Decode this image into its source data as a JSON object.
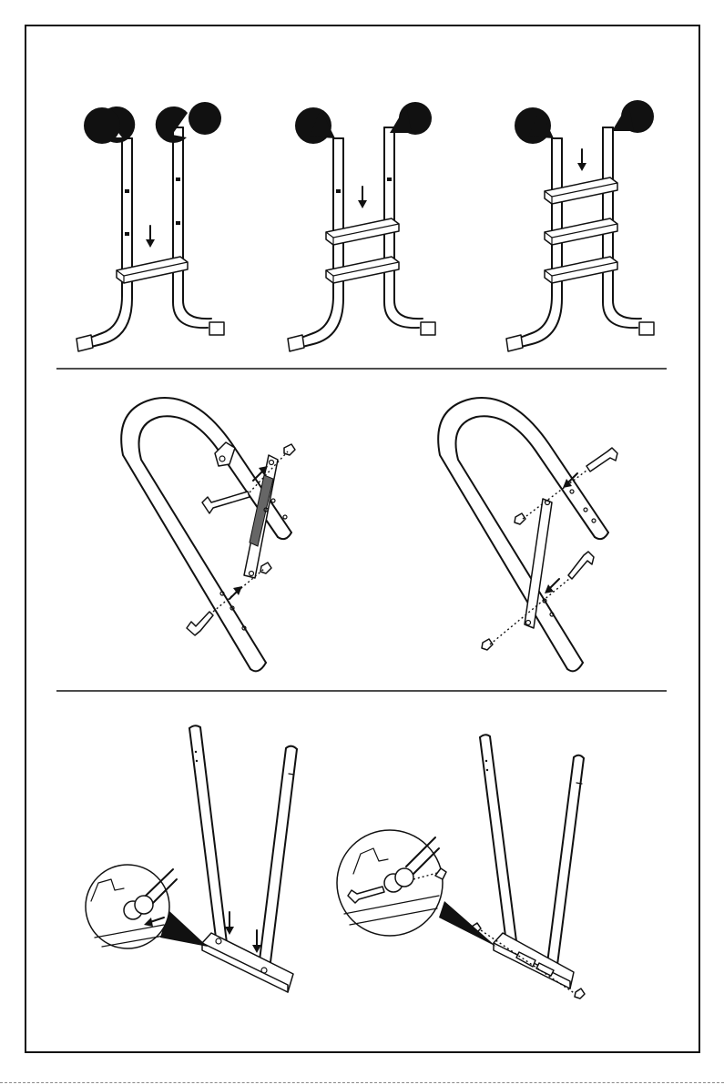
{
  "document": {
    "colors": {
      "line": "#111111",
      "paper": "#ffffff",
      "shade": "#666666"
    },
    "panels": [
      {
        "id": "ladder-steps",
        "steps_installed": [
          1,
          2,
          3
        ]
      },
      {
        "id": "side-rail-bracing",
        "views": 2
      },
      {
        "id": "base-foot-attachment",
        "views": 2
      }
    ]
  }
}
